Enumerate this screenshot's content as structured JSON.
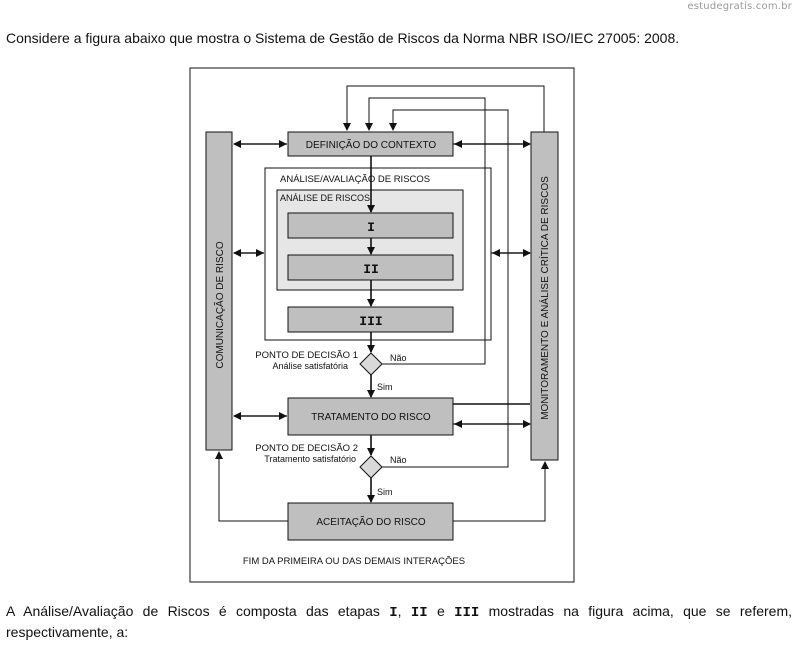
{
  "site": {
    "watermark": "estudegratis.com.br"
  },
  "question": "Considere a figura abaixo que mostra o Sistema de Gestão de Riscos da Norma NBR ISO/IEC 27005: 2008.",
  "diagram": {
    "comunicacao": "COMUNICAÇÃO DE RISCO",
    "monitoramento": "MONITORAMENTO E ANÁLISE CRÍTICA DE RISCOS",
    "definicao": "DEFINIÇÃO DO CONTEXTO",
    "avaliacao": "ANÁLISE/AVALIAÇÃO DE RISCOS",
    "analise": "ANÁLISE DE RISCOS",
    "step1": "I",
    "step2": "II",
    "step3": "III",
    "ponto1": "PONTO DE DECISÃO 1",
    "ponto1_sub": "Análise satisfatória",
    "ponto2": "PONTO DE DECISÃO 2",
    "ponto2_sub": "Tratamento satisfatório",
    "nao": "Não",
    "sim": "Sim",
    "tratamento": "TRATAMENTO DO RISCO",
    "aceitacao": "ACEITAÇÃO DO RISCO",
    "fim": "FIM DA PRIMEIRA OU DAS DEMAIS INTERAÇÕES"
  },
  "footer": {
    "pre": "A Análise/Avaliação de Riscos é composta das etapas ",
    "s1": "I",
    "sep1": ", ",
    "s2": "II",
    "sep2": " e ",
    "s3": "III",
    "post": " mostradas na figura acima, que se referem, respectivamente, a:"
  }
}
